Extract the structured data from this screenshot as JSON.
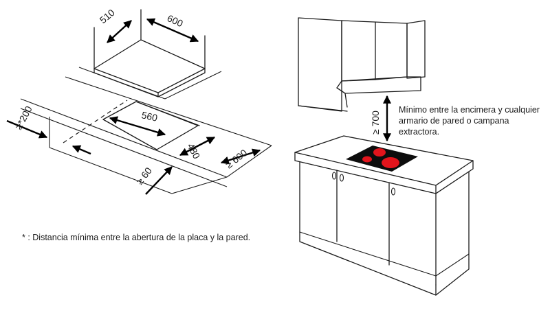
{
  "hob_dimensions": {
    "depth": "510",
    "width": "600"
  },
  "cutout_dimensions": {
    "wall_clearance": "≥*200",
    "cutout_width": "560",
    "cutout_depth": "480",
    "front_clearance": "≥ 60",
    "counter_depth": "≥ 600"
  },
  "island": {
    "height_clearance": "≥ 700",
    "note_lines": [
      "Mínimo entre la encimera y cualquier",
      "armario de pared o campana",
      "extractora."
    ]
  },
  "footnote": "* : Distancia mínima entre la abertura de la placa y la pared.",
  "colors": {
    "line": "#1a1a1a",
    "burner": "#e3141c",
    "cooktop": "#0d0d0d"
  }
}
